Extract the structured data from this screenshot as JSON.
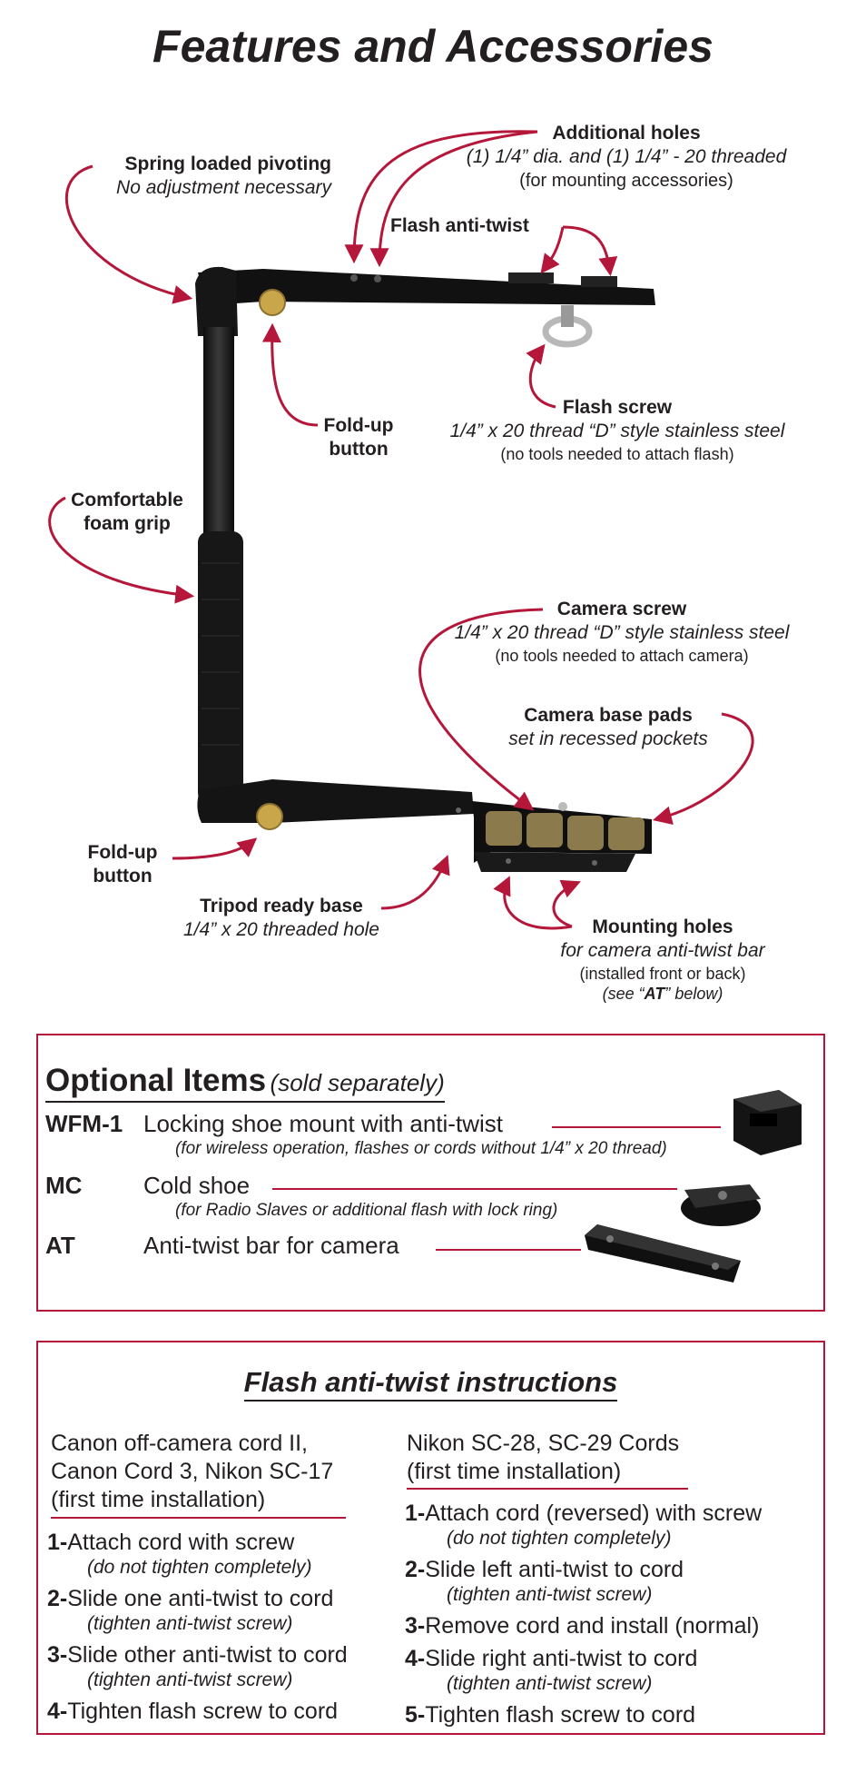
{
  "title": "Features and Accessories",
  "callouts": {
    "spring": {
      "bold": "Spring loaded pivoting",
      "italic": "No adjustment necessary"
    },
    "holes": {
      "bold": "Additional holes",
      "italic": "(1) 1/4” dia. and (1) 1/4” - 20 threaded",
      "small": "(for mounting accessories)"
    },
    "antitwist": {
      "bold": "Flash anti-twist"
    },
    "flash_screw": {
      "bold": "Flash screw",
      "italic": "1/4” x 20 thread “D” style stainless steel",
      "small": "(no tools needed to attach flash)"
    },
    "foldup_top": {
      "bold_line1": "Fold-up",
      "bold_line2": "button"
    },
    "grip": {
      "bold_line1": "Comfortable",
      "bold_line2": "foam grip"
    },
    "camera_screw": {
      "bold": "Camera screw",
      "italic": "1/4” x 20 thread “D” style stainless steel",
      "small": "(no tools needed to attach camera)"
    },
    "pads": {
      "bold": "Camera base pads",
      "italic": "set in recessed pockets"
    },
    "foldup_bottom": {
      "bold_line1": "Fold-up",
      "bold_line2": "button"
    },
    "tripod": {
      "bold": "Tripod ready base",
      "italic": "1/4” x 20 threaded hole"
    },
    "mounting": {
      "bold": "Mounting holes",
      "italic": "for camera anti-twist bar",
      "small": "(installed front or back)",
      "see_pre": "(see “",
      "see_bold": "AT",
      "see_post": "” below)"
    }
  },
  "optional": {
    "heading": "Optional Items",
    "heading_note": "(sold separately)",
    "items": [
      {
        "code": "WFM-1",
        "desc": "Locking shoe mount with anti-twist",
        "note": "(for wireless operation, flashes or cords without 1/4” x 20 thread)"
      },
      {
        "code": "MC",
        "desc": "Cold shoe",
        "note": "(for Radio Slaves or additional flash with lock ring)"
      },
      {
        "code": "AT",
        "desc": "Anti-twist bar for camera",
        "note": ""
      }
    ]
  },
  "instructions": {
    "heading": "Flash anti-twist instructions",
    "left": {
      "head": [
        "Canon off-camera cord II,",
        "Canon Cord 3, Nikon SC-17",
        "(first time installation)"
      ],
      "steps": [
        {
          "num": "1-",
          "text": "Attach cord with screw",
          "note": "(do not tighten completely)"
        },
        {
          "num": "2-",
          "text": "Slide one anti-twist to cord",
          "note": "(tighten anti-twist screw)"
        },
        {
          "num": "3-",
          "text": "Slide other anti-twist to cord",
          "note": "(tighten anti-twist screw)"
        },
        {
          "num": "4-",
          "text": "Tighten flash screw to cord",
          "note": ""
        }
      ]
    },
    "right": {
      "head": [
        "Nikon SC-28, SC-29 Cords",
        "(first time installation)"
      ],
      "steps": [
        {
          "num": "1-",
          "text": "Attach cord (reversed) with screw",
          "note": "(do not tighten completely)"
        },
        {
          "num": "2-",
          "text": "Slide left anti-twist to cord",
          "note": "(tighten anti-twist screw)"
        },
        {
          "num": "3-",
          "text": "Remove cord and install (normal)",
          "note": ""
        },
        {
          "num": "4-",
          "text": "Slide right anti-twist to cord",
          "note": "(tighten anti-twist screw)"
        },
        {
          "num": "5-",
          "text": "Tighten flash screw to cord",
          "note": ""
        }
      ]
    }
  },
  "colors": {
    "accent": "#b5173a",
    "text": "#231f20",
    "brass": "#c9a64a"
  }
}
